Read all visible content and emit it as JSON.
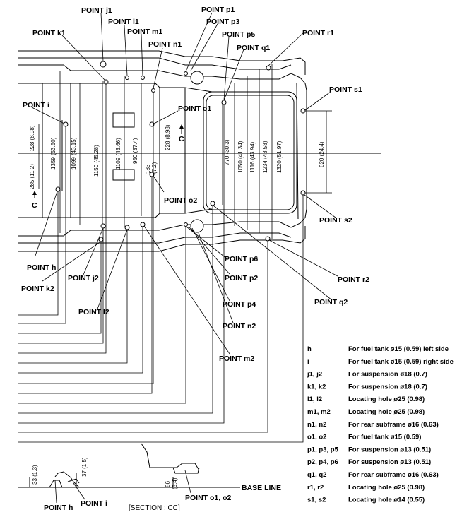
{
  "colors": {
    "ink": "#000000",
    "frame": "#555555",
    "paper": "#ffffff"
  },
  "points": {
    "j1": "POINT j1",
    "l1": "POINT l1",
    "m1": "POINT m1",
    "k1": "POINT k1",
    "n1": "POINT n1",
    "p1": "POINT p1",
    "p3": "POINT p3",
    "p5": "POINT p5",
    "q1": "POINT q1",
    "r1": "POINT r1",
    "s1": "POINT s1",
    "i": "POINT i",
    "o1": "POINT o1",
    "o2": "POINT o2",
    "s2": "POINT s2",
    "h": "POINT h",
    "k2": "POINT k2",
    "j2": "POINT j2",
    "l2": "POINT l2",
    "p6": "POINT p6",
    "p2": "POINT p2",
    "p4": "POINT p4",
    "n2": "POINT n2",
    "m2": "POINT m2",
    "r2": "POINT r2",
    "q2": "POINT q2"
  },
  "dimensions": {
    "d228a": "228 (8.98)",
    "d285": "285 (11.2)",
    "d1359": "1359 (53.50)",
    "d1099": "1099 (43.15)",
    "d1150": "1150 (45.28)",
    "d1109": "1109 (43.66)",
    "d950": "950 (37.4)",
    "d228b": "228 (8.98)",
    "d183": "183",
    "d72": "(7.2)",
    "d770": "770 (30.3)",
    "d1050": "1050 (41.34)",
    "d1116": "1116 (43.94)",
    "d1234": "1234 (48.58)",
    "d1320": "1320 (51.97)",
    "d620": "620 (24.4)"
  },
  "section": {
    "c_mark": "C",
    "d33": "33 (1.3)",
    "d37": "37 (1.5)",
    "d86": "86",
    "d34": "(3.4)",
    "point_h": "POINT h",
    "point_i": "POINT i",
    "point_o": "POINT o1, o2",
    "base_line": "BASE LINE",
    "section_title": "[SECTION : CC]"
  },
  "legend": [
    {
      "key": "h",
      "desc": "For fuel tank ø15 (0.59) left side"
    },
    {
      "key": "i",
      "desc": "For fuel tank ø15 (0.59) right side"
    },
    {
      "key": "j1, j2",
      "desc": "For suspension ø18 (0.7)"
    },
    {
      "key": "k1, k2",
      "desc": "For suspension ø18 (0.7)"
    },
    {
      "key": "l1, l2",
      "desc": "Locating hole ø25 (0.98)"
    },
    {
      "key": "m1, m2",
      "desc": "Locating hole ø25 (0.98)"
    },
    {
      "key": "n1, n2",
      "desc": "For rear subframe ø16 (0.63)"
    },
    {
      "key": "o1, o2",
      "desc": "For fuel tank ø15 (0.59)"
    },
    {
      "key": "p1, p3, p5",
      "desc": "For suspension ø13 (0.51)"
    },
    {
      "key": "p2, p4, p6",
      "desc": "For suspension ø13 (0.51)"
    },
    {
      "key": "q1, q2",
      "desc": "For rear subframe ø16 (0.63)"
    },
    {
      "key": "r1, r2",
      "desc": "Locating hole ø25 (0.98)"
    },
    {
      "key": "s1, s2",
      "desc": "Locating hole ø14 (0.55)"
    }
  ]
}
